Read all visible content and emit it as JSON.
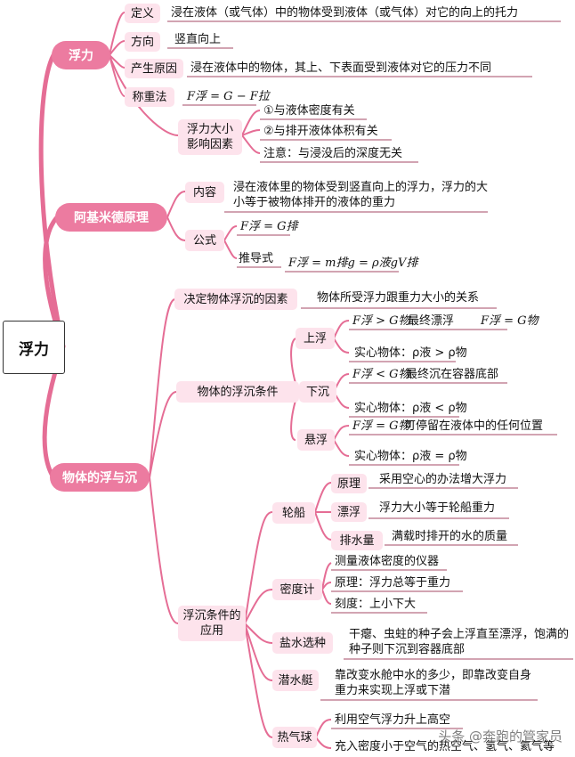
{
  "root": "浮力",
  "s1": {
    "title": "浮力",
    "def_label": "定义",
    "def_text": "浸在液体（或气体）中的物体受到液体（或气体）对它的向上的托力",
    "dir_label": "方向",
    "dir_text": "竖直向上",
    "cause_label": "产生原因",
    "cause_text": "浸在液体中的物体，其上、下表面受到液体对它的压力不同",
    "weigh_label": "称重法",
    "weigh_formula": "F浮 = G − F拉",
    "factors_label": "浮力大小影响因素",
    "factor1": "①与液体密度有关",
    "factor2": "②与排开液体体积有关",
    "factor3": "注意：与浸没后的深度无关"
  },
  "s2": {
    "title": "阿基米德原理",
    "content_label": "内容",
    "content_text": "浸在液体里的物体受到竖直向上的浮力，浮力的大小等于被物体排开的液体的重力",
    "formula_label": "公式",
    "formula1": "F浮 = G排",
    "derive_label": "推导式",
    "derive_formula": "F浮 = m排g = ρ液gV排"
  },
  "s3": {
    "title": "物体的浮与沉",
    "factor_label": "决定物体浮沉的因素",
    "factor_text": "物体所受浮力跟重力大小的关系",
    "cond_label": "物体的浮沉条件",
    "up_label": "上浮",
    "up_cond": "F浮 > G物",
    "up_result": "最终漂浮",
    "up_result_formula": "F浮 = G物",
    "up_solid": "实心物体：ρ液 > ρ物",
    "down_label": "下沉",
    "down_cond": "F浮 < G物",
    "down_result": "最终沉在容器底部",
    "down_solid": "实心物体：ρ液 < ρ物",
    "sus_label": "悬浮",
    "sus_cond": "F浮 = G物",
    "sus_result": "可停留在液体中的任何位置",
    "sus_solid": "实心物体：ρ液 = ρ物",
    "app_label": "浮沉条件的应用",
    "ship_label": "轮船",
    "ship_p_label": "原理",
    "ship_p_text": "采用空心的办法增大浮力",
    "ship_f_label": "漂浮",
    "ship_f_text": "浮力大小等于轮船重力",
    "ship_d_label": "排水量",
    "ship_d_text": "满载时排开的水的质量",
    "dens_label": "密度计",
    "dens_1": "测量液体密度的仪器",
    "dens_2": "原理：浮力总等于重力",
    "dens_3": "刻度：上小下大",
    "salt_label": "盐水选种",
    "salt_text": "干瘪、虫蛀的种子会上浮直至漂浮，饱满的种子则下沉到容器底部",
    "sub_label": "潜水艇",
    "sub_text": "靠改变水舱中水的多少，即靠改变自身重力来实现上浮或下潜",
    "ball_label": "热气球",
    "ball_1": "利用空气浮力升上高空",
    "ball_2": "充入密度小于空气的热空气、氢气、氦气等"
  },
  "watermark": "头条 @奔跑的管家员"
}
